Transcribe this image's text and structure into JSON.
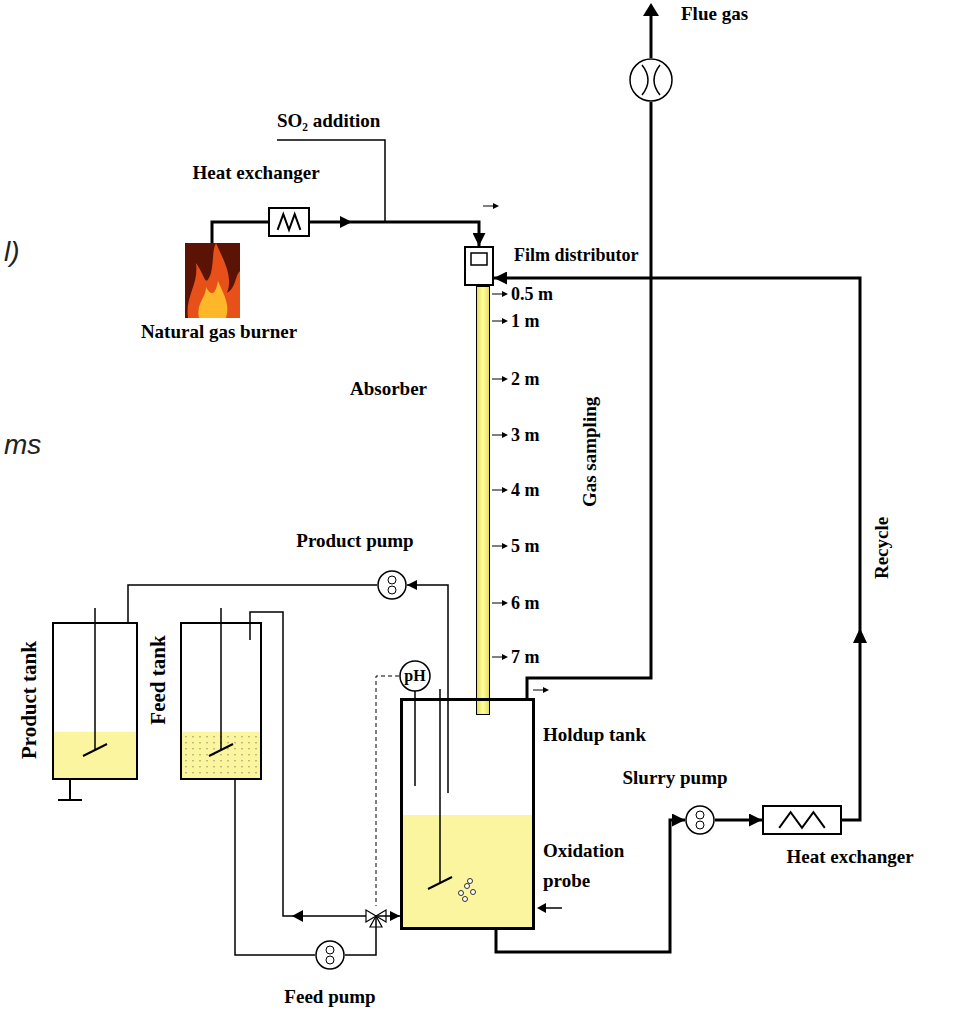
{
  "diagram": {
    "nodes": [
      {
        "text": [
          "Natural gas burner"
        ]
      },
      {
        "text": [
          "Heat exchanger"
        ]
      },
      {
        "text": [
          "Film distributor"
        ]
      },
      {
        "text": [
          "Absorber"
        ]
      },
      {
        "text": [
          "Flue gas"
        ]
      },
      {
        "text": [
          "Holdup tank"
        ]
      },
      {
        "text": [
          "pH"
        ]
      },
      {
        "text": [
          "Product pump"
        ]
      },
      {
        "text": [
          "Product tank"
        ]
      },
      {
        "text": [
          "Feed tank"
        ]
      },
      {
        "text": [
          "Feed pump"
        ]
      },
      {
        "text": [
          "Slurry pump"
        ]
      },
      {
        "text": [
          "Heat exchanger"
        ]
      }
    ],
    "edges": [
      {
        "from": 0,
        "to": 1,
        "arrow": "none"
      },
      {
        "from": 1,
        "to": 2,
        "arrow": "to"
      },
      {
        "from": 5,
        "to": 4,
        "arrow": "none"
      },
      {
        "from": 5,
        "to": 11,
        "arrow": "to"
      },
      {
        "from": 11,
        "to": 12,
        "arrow": "to"
      },
      {
        "from": 12,
        "to": 2,
        "arrow": "to"
      },
      {
        "from": 5,
        "to": 7,
        "arrow": "to"
      },
      {
        "from": 7,
        "to": 8,
        "arrow": "none"
      },
      {
        "from": 9,
        "to": 10,
        "arrow": "none"
      },
      {
        "from": 10,
        "to": 5,
        "arrow": "to"
      }
    ],
    "labels": [
      "l)",
      "ms",
      "SO₂ addition",
      "0.5 m",
      "1 m",
      "2 m",
      "3 m",
      "4 m",
      "5 m",
      "6 m",
      "7 m",
      "Gas sampling",
      "Recycle",
      "Oxidation probe"
    ]
  }
}
